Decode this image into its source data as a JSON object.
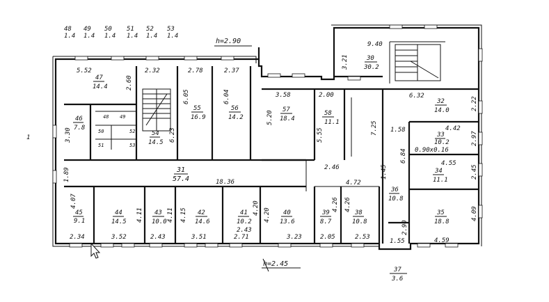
{
  "heights": {
    "top": "h=2.90",
    "bottom": "h=2.45"
  },
  "legend_rooms": [
    {
      "no": "48",
      "area": "1.4"
    },
    {
      "no": "49",
      "area": "1.4"
    },
    {
      "no": "50",
      "area": "1.4"
    },
    {
      "no": "51",
      "area": "1.4"
    },
    {
      "no": "52",
      "area": "1.4"
    },
    {
      "no": "53",
      "area": "1.4"
    }
  ],
  "footnote_room": {
    "no": "37",
    "area": "3.6"
  },
  "left_mark": "1",
  "rooms": [
    {
      "no": "47",
      "area": "14.4"
    },
    {
      "no": "46",
      "area": "7.8"
    },
    {
      "no": "54",
      "area": "14.5"
    },
    {
      "no": "55",
      "area": "16.9"
    },
    {
      "no": "56",
      "area": "14.2"
    },
    {
      "no": "57",
      "area": "18.4"
    },
    {
      "no": "58",
      "area": "11.1"
    },
    {
      "no": "30",
      "area": "30.2"
    },
    {
      "no": "32",
      "area": "14.0"
    },
    {
      "no": "33",
      "area": "10.2"
    },
    {
      "no": "34",
      "area": "11.1"
    },
    {
      "no": "31",
      "area": "57.4"
    },
    {
      "no": "45",
      "area": "9.1"
    },
    {
      "no": "44",
      "area": "14.5"
    },
    {
      "no": "43",
      "area": "10.0"
    },
    {
      "no": "42",
      "area": "14.6"
    },
    {
      "no": "41",
      "area": "10.2"
    },
    {
      "no": "40",
      "area": "13.6"
    },
    {
      "no": "39",
      "area": "8.7"
    },
    {
      "no": "38",
      "area": "10.8"
    },
    {
      "no": "36",
      "area": "10.8"
    },
    {
      "no": "35",
      "area": "18.8"
    }
  ],
  "small_rooms": [
    "48",
    "49",
    "50",
    "51",
    "52",
    "53"
  ],
  "extra_label": "0.90x0.16",
  "dimensions": [
    "5.52",
    "2.60",
    "3.30",
    "2.32",
    "6.23",
    "2.78",
    "6.05",
    "2.37",
    "6.04",
    "3.58",
    "5.20",
    "2.00",
    "5.55",
    "7.25",
    "9.40",
    "3.21",
    "6.32",
    "2.22",
    "1.58",
    "4.42",
    "2.97",
    "6.84",
    "4.55",
    "2.45",
    "1.45",
    "4.72",
    "2.46",
    "1.89",
    "18.36",
    "4.07",
    "4.11",
    "4.11",
    "4.15",
    "4.20",
    "4.20",
    "4.26",
    "4.26",
    "2.34",
    "3.52",
    "2.43",
    "3.51",
    "2.71",
    "2.43",
    "3.23",
    "2.05",
    "2.53",
    "1.55",
    "2.90",
    "4.59",
    "4.09"
  ]
}
